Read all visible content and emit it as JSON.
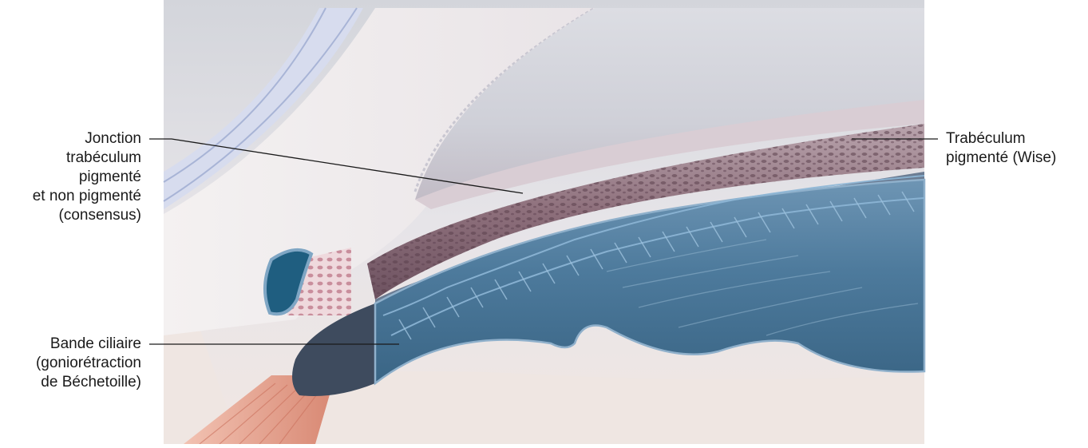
{
  "labels": {
    "junction": {
      "lines": [
        "Jonction",
        "trabéculum",
        "pigmenté",
        "et non pigmenté",
        "(consensus)"
      ]
    },
    "ciliary_band": {
      "lines": [
        "Bande ciliaire",
        "(goniorétraction",
        "de Béchetoille)"
      ]
    },
    "pigmented_trabeculum": {
      "lines": [
        "Trabéculum",
        "pigmenté (Wise)"
      ]
    }
  },
  "colors": {
    "iris": "#5a86a6",
    "trabecular_band": "#8e6f7c",
    "cornea": "#e6e3e7",
    "sclera": "#ede6e1",
    "schlemm_canal": "#1f5e80",
    "ciliary_muscle": "#d99a86"
  }
}
